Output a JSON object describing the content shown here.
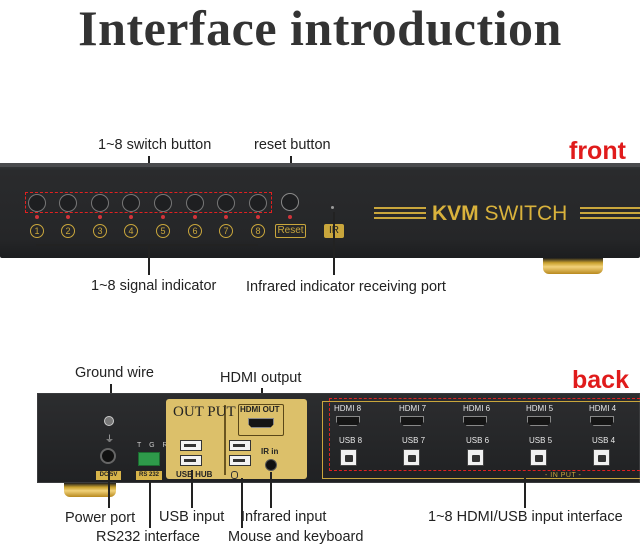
{
  "title": "Interface introduction",
  "front": {
    "side_label": "front",
    "switch_button_label": "1~8 switch button",
    "reset_button_label": "reset button",
    "signal_indicator_label": "1~8 signal indicator",
    "ir_port_label": "Infrared indicator receiving port",
    "numbers": [
      "1",
      "2",
      "3",
      "4",
      "5",
      "6",
      "7",
      "8"
    ],
    "reset_tag": "Reset",
    "ir_tag": "IR",
    "brand_kvm": "KVM",
    "brand_switch": "SWITCH"
  },
  "back": {
    "side_label": "back",
    "ground_wire_label": "Ground wire",
    "hdmi_output_label": "HDMI output",
    "power_port_label": "Power port",
    "usb_input_label": "USB input",
    "rs232_label": "RS232 interface",
    "infrared_input_label": "Infrared input",
    "mouse_keyboard_label": "Mouse and keyboard",
    "hdmi_usb_input_label": "1~8 HDMI/USB input interface",
    "output_panel_title": "OUT PUT",
    "hdmi_out_tag": "HDMI OUT",
    "usb_hub_tag": "USB HUB",
    "ir_in_tag": "IR in",
    "dc_tag": "DC 5V",
    "rs232_tag": "RS 232",
    "rs232_pins": "T G R",
    "input_tag": "- IN PUT -",
    "hdmi_ports": [
      "HDMI  8",
      "HDMI 7",
      "HDMI 6",
      "HDMI 5",
      "HDMI 4"
    ],
    "usb_ports": [
      "USB 8",
      "USB 7",
      "USB 6",
      "USB 5",
      "USB 4"
    ]
  },
  "colors": {
    "accent_red": "#e01b1b",
    "gold": "#c9a63c",
    "device_dark": "#252628"
  }
}
